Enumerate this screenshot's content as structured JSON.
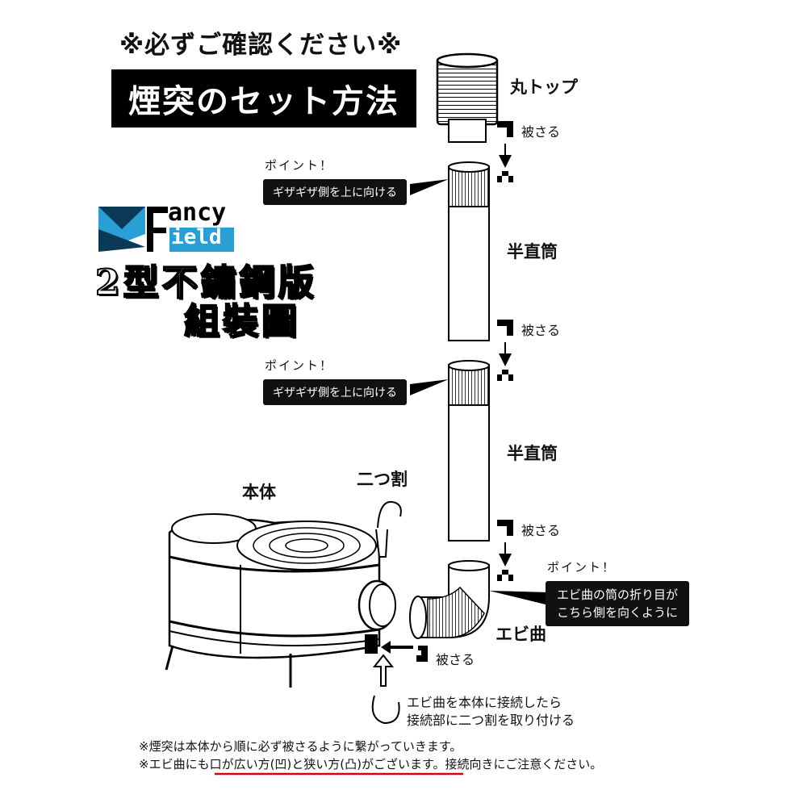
{
  "header": {
    "notice": "※必ずご確認ください※",
    "title": "煙突のセット方法"
  },
  "logo": {
    "line1": "ancy",
    "line2": "ield",
    "vertical_title_1": "2型不鏽鋼版",
    "vertical_title_2": "組裝圖"
  },
  "parts": {
    "round_top": "丸トップ",
    "half_pipe_1": "半直筒",
    "half_pipe_2": "半直筒",
    "body": "本体",
    "split_ring": "二つ割",
    "ebi_elbow": "エビ曲"
  },
  "connectors": {
    "cover_1": "被さる",
    "cover_2": "被さる",
    "cover_3": "被さる",
    "cover_4": "被さる"
  },
  "points": {
    "point_1_label": "ポイント！",
    "point_1_text": "ギザギザ側を上に向ける",
    "point_2_label": "ポイント！",
    "point_2_text": "ギザギザ側を上に向ける",
    "point_3_label": "ポイント！",
    "point_3_line1": "エビ曲の筒の折り目が",
    "point_3_line2": "こちら側を向くように"
  },
  "instruction": {
    "line1": "エビ曲を本体に接続したら",
    "line2": "接続部に二つ割を取り付ける"
  },
  "footer": {
    "note1": "※煙突は本体から順に必ず被さるように繋がっていきます。",
    "note2_prefix": "※エビ曲にも",
    "note2_underlined": "口が広い方(凹)と狭い方(凸)がございます",
    "note2_suffix": "。接続向きにご注意ください。"
  },
  "colors": {
    "black": "#000000",
    "logo_blue": "#2a9fd6",
    "underline_red": "#d40000"
  }
}
